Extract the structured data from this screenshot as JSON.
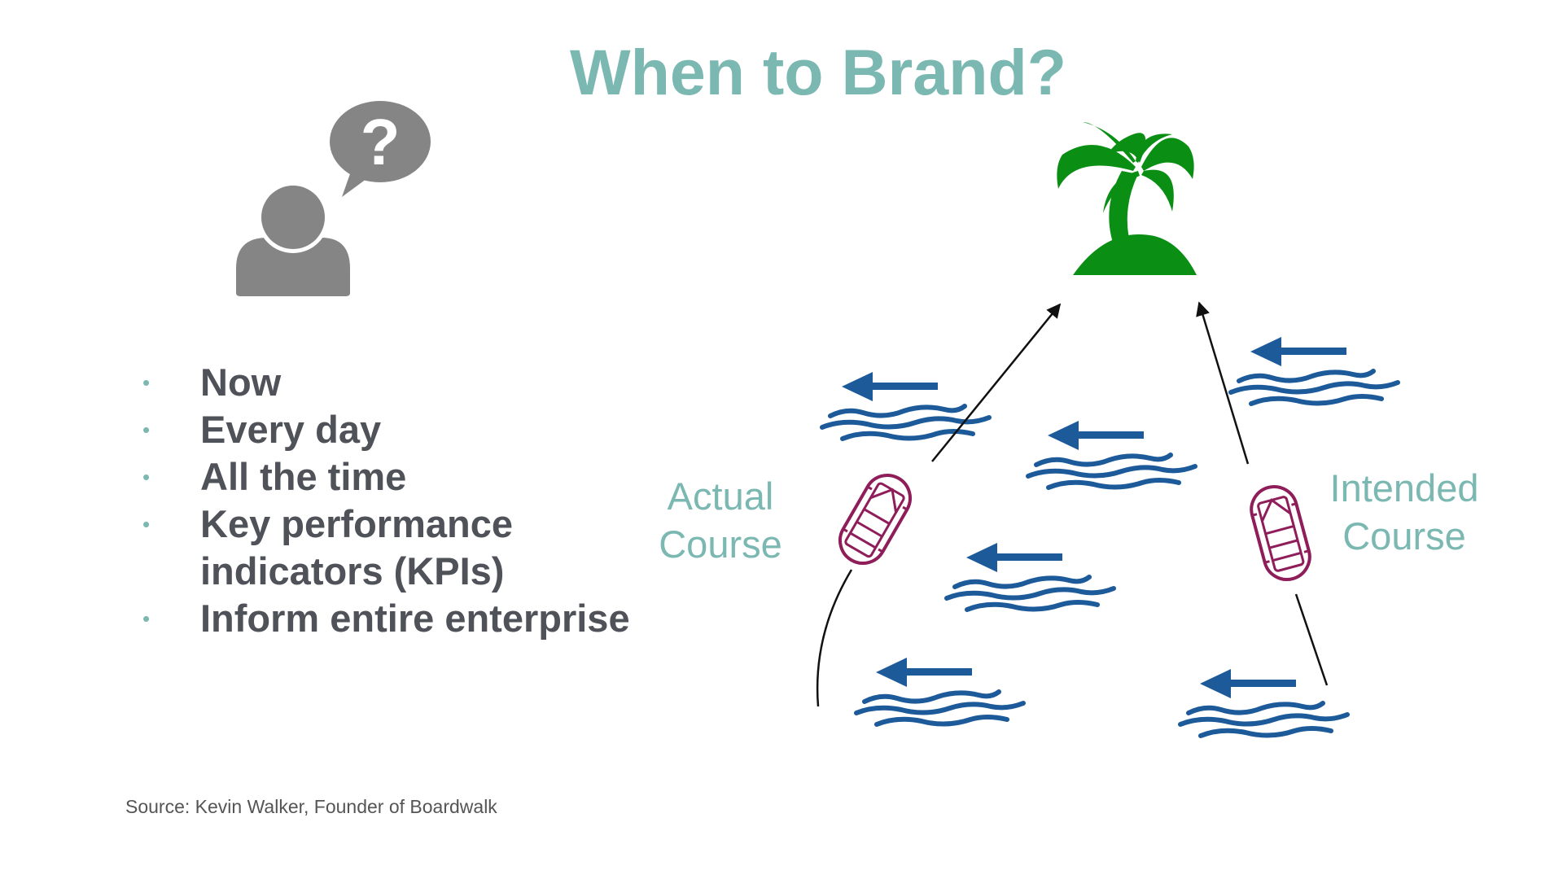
{
  "slide": {
    "title": "When to Brand?",
    "bullets": [
      "Now",
      "Every day",
      "All the time",
      "Key performance indicators (KPIs)",
      "Inform entire enterprise"
    ],
    "bullet_line2": "indicators (KPIs)",
    "bullet_line1": "Key performance",
    "source": "Source: Kevin Walker, Founder of Boardwalk"
  },
  "diagram": {
    "actual_course": {
      "line1": "Actual",
      "line2": "Course"
    },
    "intended_course": {
      "line1": "Intended",
      "line2": "Course"
    },
    "speech_bubble_symbol": "?"
  },
  "colors": {
    "title": "#7bb8b2",
    "text": "#4f5258",
    "palm": "#0a8f14",
    "boat": "#8e1d5a",
    "water": "#1d5a9a",
    "person": "#858585"
  },
  "icons": [
    "person-icon",
    "speech-bubble-icon",
    "palm-island-icon",
    "raft-icon",
    "wave-current-icon"
  ]
}
